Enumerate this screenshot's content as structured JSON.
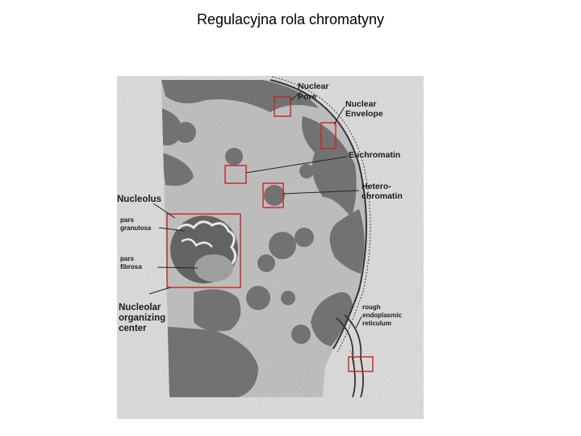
{
  "slide": {
    "title": "Regulacyjna rola chromatyny"
  },
  "diagram": {
    "labels": {
      "nuclear_pore_1": "Nuclear",
      "nuclear_pore_2": "Pore",
      "nuclear_envelope_1": "Nuclear",
      "nuclear_envelope_2": "Envelope",
      "euchromatin": "Euchromatin",
      "heterochromatin_1": "Hetero-",
      "heterochromatin_2": "chromatin",
      "nucleolus": "Nucleolus",
      "pars_granulosa_1": "pars",
      "pars_granulosa_2": "granulosa",
      "pars_fibrosa_1": "pars",
      "pars_fibrosa_2": "fibrosa",
      "nucleolar_organizing_1": "Nucleolar",
      "nucleolar_organizing_2": "organizing",
      "nucleolar_organizing_3": "center",
      "rough_er_1": "rough",
      "rough_er_2": "endoplasmic",
      "rough_er_3": "reticulum"
    },
    "colors": {
      "callout_box": "#cc2222",
      "nucleoplasm": "#c9c9c9",
      "heterochromatin": "#7a7a7a",
      "background": "#e6e6e6"
    }
  }
}
